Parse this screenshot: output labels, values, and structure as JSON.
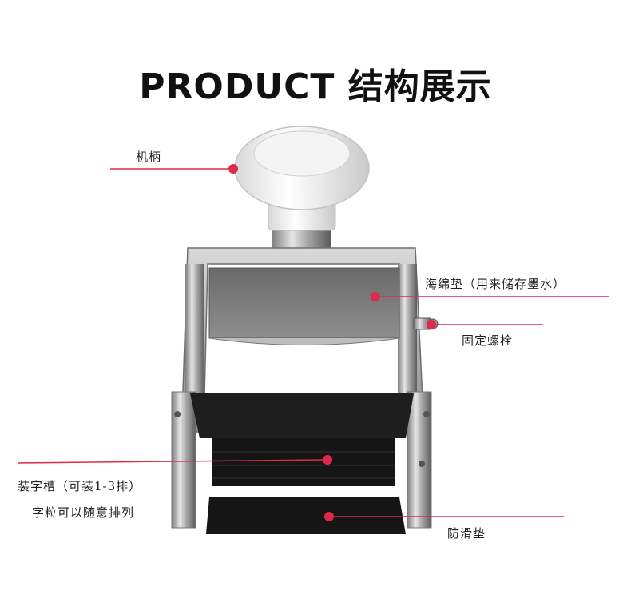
{
  "title": "PRODUCT 结构展示",
  "accent_color": "#e0284a",
  "labels": {
    "handle": "机柄",
    "sponge_pad": "海绵垫（用来储存墨水）",
    "fixing_bolt": "固定螺栓",
    "type_slot": "装字槽（可装1-3排）",
    "type_slot_note": "字粒可以随意排列",
    "anti_slip_pad": "防滑垫"
  }
}
